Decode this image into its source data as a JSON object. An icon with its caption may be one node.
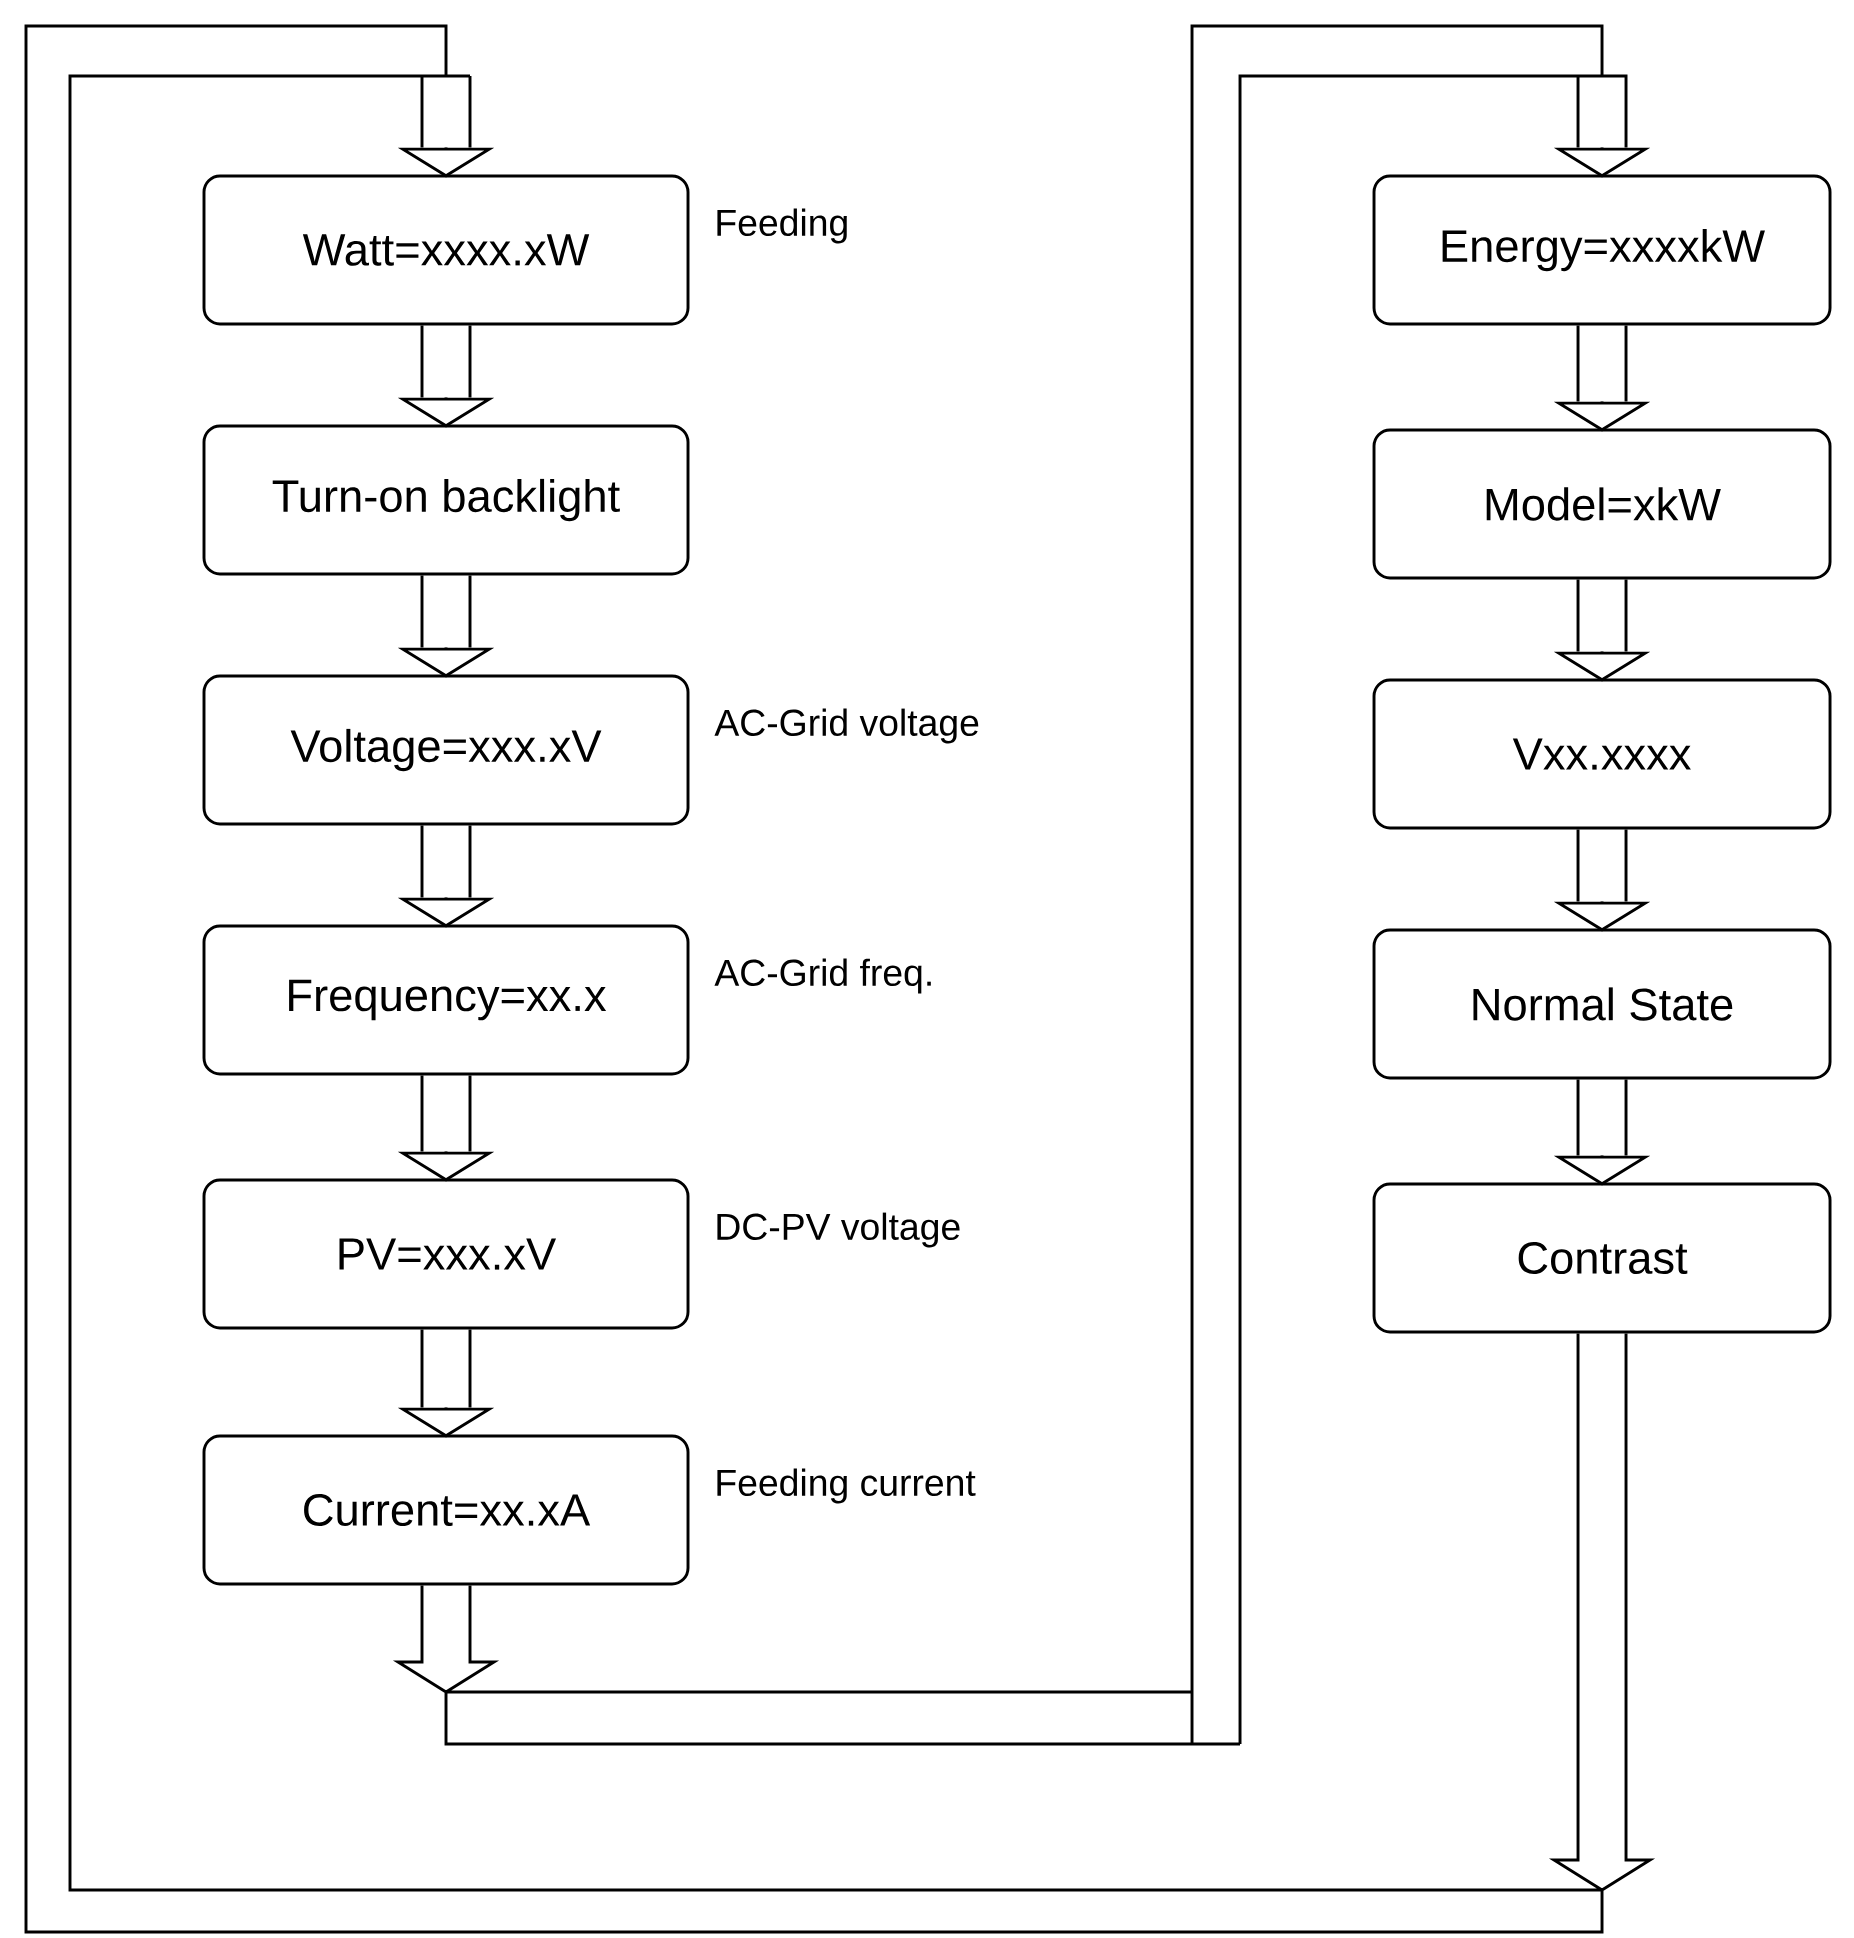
{
  "diagram": {
    "nodes": [
      {
        "text": [
          "Watt=xxxx.xW"
        ],
        "beside": [
          "Feeding"
        ]
      },
      {
        "text": [
          "Turn-on backlight"
        ]
      },
      {
        "text": [
          "Voltage=xxx.xV"
        ],
        "beside": [
          "AC-Grid voltage"
        ]
      },
      {
        "text": [
          "Frequency=xx.x"
        ],
        "beside": [
          "AC-Grid freq."
        ]
      },
      {
        "text": [
          "PV=xxx.xV"
        ],
        "beside": [
          "DC-PV voltage"
        ]
      },
      {
        "text": [
          "Current=xx.xA"
        ],
        "beside": [
          "Feeding current"
        ]
      },
      {
        "text": [
          "Energy=xxxxkW"
        ]
      },
      {
        "text": [
          "Model=xkW"
        ]
      },
      {
        "text": [
          "Vxx.xxxx"
        ]
      },
      {
        "text": [
          "Normal State"
        ]
      },
      {
        "text": [
          "Contrast"
        ]
      }
    ],
    "edges": [
      {
        "from": 0,
        "to": 1,
        "arrow": "to"
      },
      {
        "from": 1,
        "to": 2,
        "arrow": "to"
      },
      {
        "from": 2,
        "to": 3,
        "arrow": "to"
      },
      {
        "from": 3,
        "to": 4,
        "arrow": "to"
      },
      {
        "from": 4,
        "to": 5,
        "arrow": "to"
      },
      {
        "from": 5,
        "to": 6,
        "arrow": "to"
      },
      {
        "from": 6,
        "to": 7,
        "arrow": "to"
      },
      {
        "from": 7,
        "to": 8,
        "arrow": "to"
      },
      {
        "from": 8,
        "to": 9,
        "arrow": "to"
      },
      {
        "from": 9,
        "to": 10,
        "arrow": "to"
      },
      {
        "from": 10,
        "to": 0,
        "arrow": "to"
      }
    ]
  }
}
